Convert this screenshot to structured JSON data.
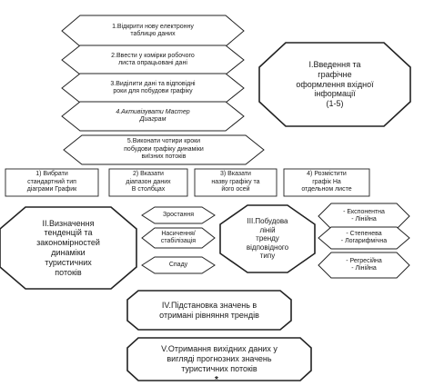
{
  "steps": [
    "1.Відкрити нову електронну\nтаблицю даних",
    "2.Ввести у комірки робочого\nлиста опрацьовані дані",
    "3.Виділити дані та відповідні\nроки для побудови графіку",
    "4.Активізувати Мастер\nДиаграм",
    "5.Виконати чотири кроки\nпобудови графіку динаміки\nвиїзних потоків"
  ],
  "substeps": [
    "1) Вибрати\nстандартний тип\nдіаграми График",
    "2) Вказати\nдіапазон даних\nВ столбцах",
    "3) Вказати\nназву графіку та\nйого осей",
    "4) Розмістити\nграфік На\nотдельном листе"
  ],
  "stage1": "I.Введення та\nграфічне\nоформлення вхідної\nінформації\n(1-5)",
  "stage2": "II.Визначення\nтенденцій та\nзакономірностей\nдинаміки\nтуристичних\nпотоків",
  "trends": [
    "Зростання",
    "Насичення/\nстабілізація",
    "Спаду"
  ],
  "stage3": "III.Побудова\nліній\nтренду\nвідповідного\nтипу",
  "trend_types": [
    "- Експонентна\n- Лінійна",
    "- Степенева\n- Логарифмічна",
    "- Регресійна\n- Лінійна"
  ],
  "stage4": "IV.Підстановка значень в\nотримані рівняння трендів",
  "stage5": "V.Отримання вихідних даних у\nвигляді прогнозних значень\nтуристичних потоків",
  "footnote": "*"
}
